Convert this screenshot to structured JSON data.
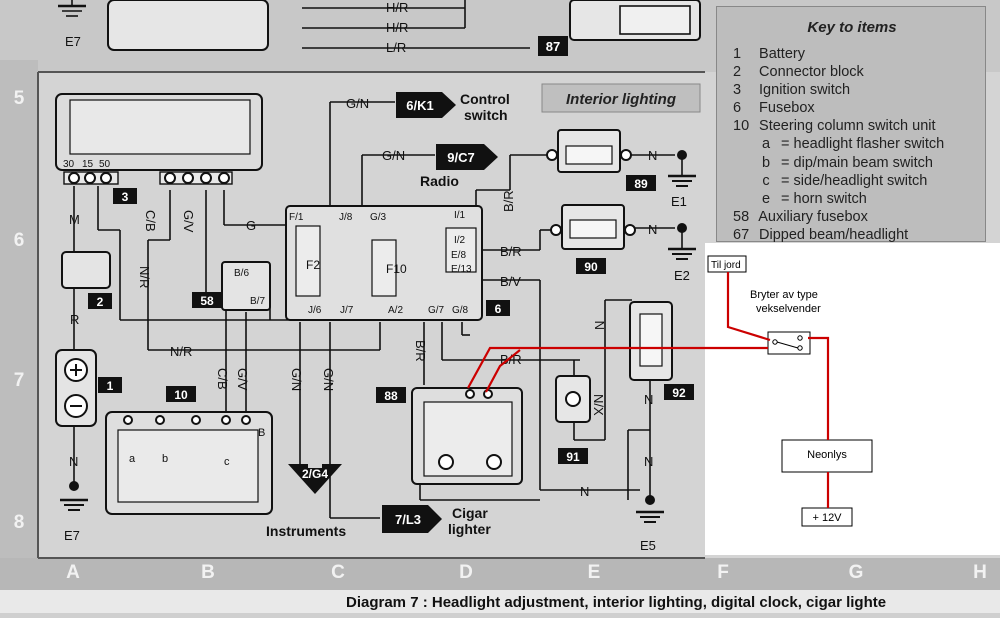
{
  "diagram": {
    "caption": "Diagram 7 : Headlight adjustment, interior lighting, digital clock, cigar lighte",
    "section_label": "Interior lighting",
    "grid": {
      "columns": [
        "A",
        "B",
        "C",
        "D",
        "E",
        "F",
        "G",
        "H"
      ],
      "rows": [
        "5",
        "6",
        "7",
        "8"
      ]
    },
    "key": {
      "title": "Key to items",
      "items": [
        {
          "num": "1",
          "label": "Battery"
        },
        {
          "num": "2",
          "label": "Connector block"
        },
        {
          "num": "3",
          "label": "Ignition switch"
        },
        {
          "num": "6",
          "label": "Fusebox"
        },
        {
          "num": "10",
          "label": "Steering column switch unit"
        },
        {
          "num": "a",
          "label": "= headlight flasher switch",
          "sub": true
        },
        {
          "num": "b",
          "label": "= dip/main beam switch",
          "sub": true
        },
        {
          "num": "c",
          "label": "= side/headlight switch",
          "sub": true
        },
        {
          "num": "e",
          "label": "= horn switch",
          "sub": true
        },
        {
          "num": "58",
          "label": "Auxiliary fusebox"
        },
        {
          "num": "67",
          "label": "Dipped beam/headlight"
        }
      ]
    },
    "top_strip": {
      "ground": "E7",
      "wires": [
        "H/R",
        "H/R",
        "L/R"
      ],
      "ref": "87"
    },
    "refs": {
      "r3": "3",
      "r2": "2",
      "r1": "1",
      "r58": "58",
      "r10": "10",
      "r6": "6",
      "r89": "89",
      "r90": "90",
      "r88": "88",
      "r91": "91",
      "r92": "92"
    },
    "grounds": {
      "g1": "E1",
      "g2": "E2",
      "g7": "E7",
      "g5": "E5"
    },
    "arrows": {
      "control": {
        "code": "6/K1",
        "label1": "Control",
        "label2": "switch"
      },
      "radio": {
        "code": "9/C7",
        "label": "Radio"
      },
      "instruments": {
        "code": "2/G4",
        "label": "Instruments"
      },
      "cigar": {
        "code": "7/L3",
        "label1": "Cigar",
        "label2": "lighter"
      }
    },
    "wire_labels": {
      "gn_top": "G/N",
      "gn_mid": "G/N",
      "br1": "B/R",
      "br2": "B/R",
      "bv": "B/V",
      "n1": "N",
      "n2": "N",
      "m": "M",
      "cb": "C/B",
      "gv": "G/V",
      "g": "G",
      "nr1": "N/R",
      "r": "R",
      "nr2": "N/R",
      "cb2": "C/B",
      "gv2": "G/V",
      "gn1": "G/N",
      "gn2": "G/N",
      "br3": "B/R",
      "br4": "B/R",
      "n3": "N",
      "nx": "N/X",
      "n4": "N",
      "n5": "N",
      "n6": "N"
    },
    "terminals": {
      "t30": "30",
      "t15": "15",
      "t50": "50",
      "f1": "F/1",
      "j8": "J/8",
      "g3": "G/3",
      "i1": "I/1",
      "i2": "I/2",
      "e8": "E/8",
      "e13": "E/13",
      "j6": "J/6",
      "j7": "J/7",
      "a2": "A/2",
      "g7": "G/7",
      "g8": "G/8",
      "f2": "F2",
      "f10": "F10",
      "b6": "B/6",
      "b7": "B/7",
      "sa": "a",
      "sb": "b",
      "sc": "c",
      "sB": "B"
    },
    "overlay": {
      "ground_label": "Til jord",
      "switch_label1": "Bryter av type",
      "switch_label2": "vekselvender",
      "lamp_label": "Neonlys",
      "supply_label": "+ 12V"
    }
  }
}
